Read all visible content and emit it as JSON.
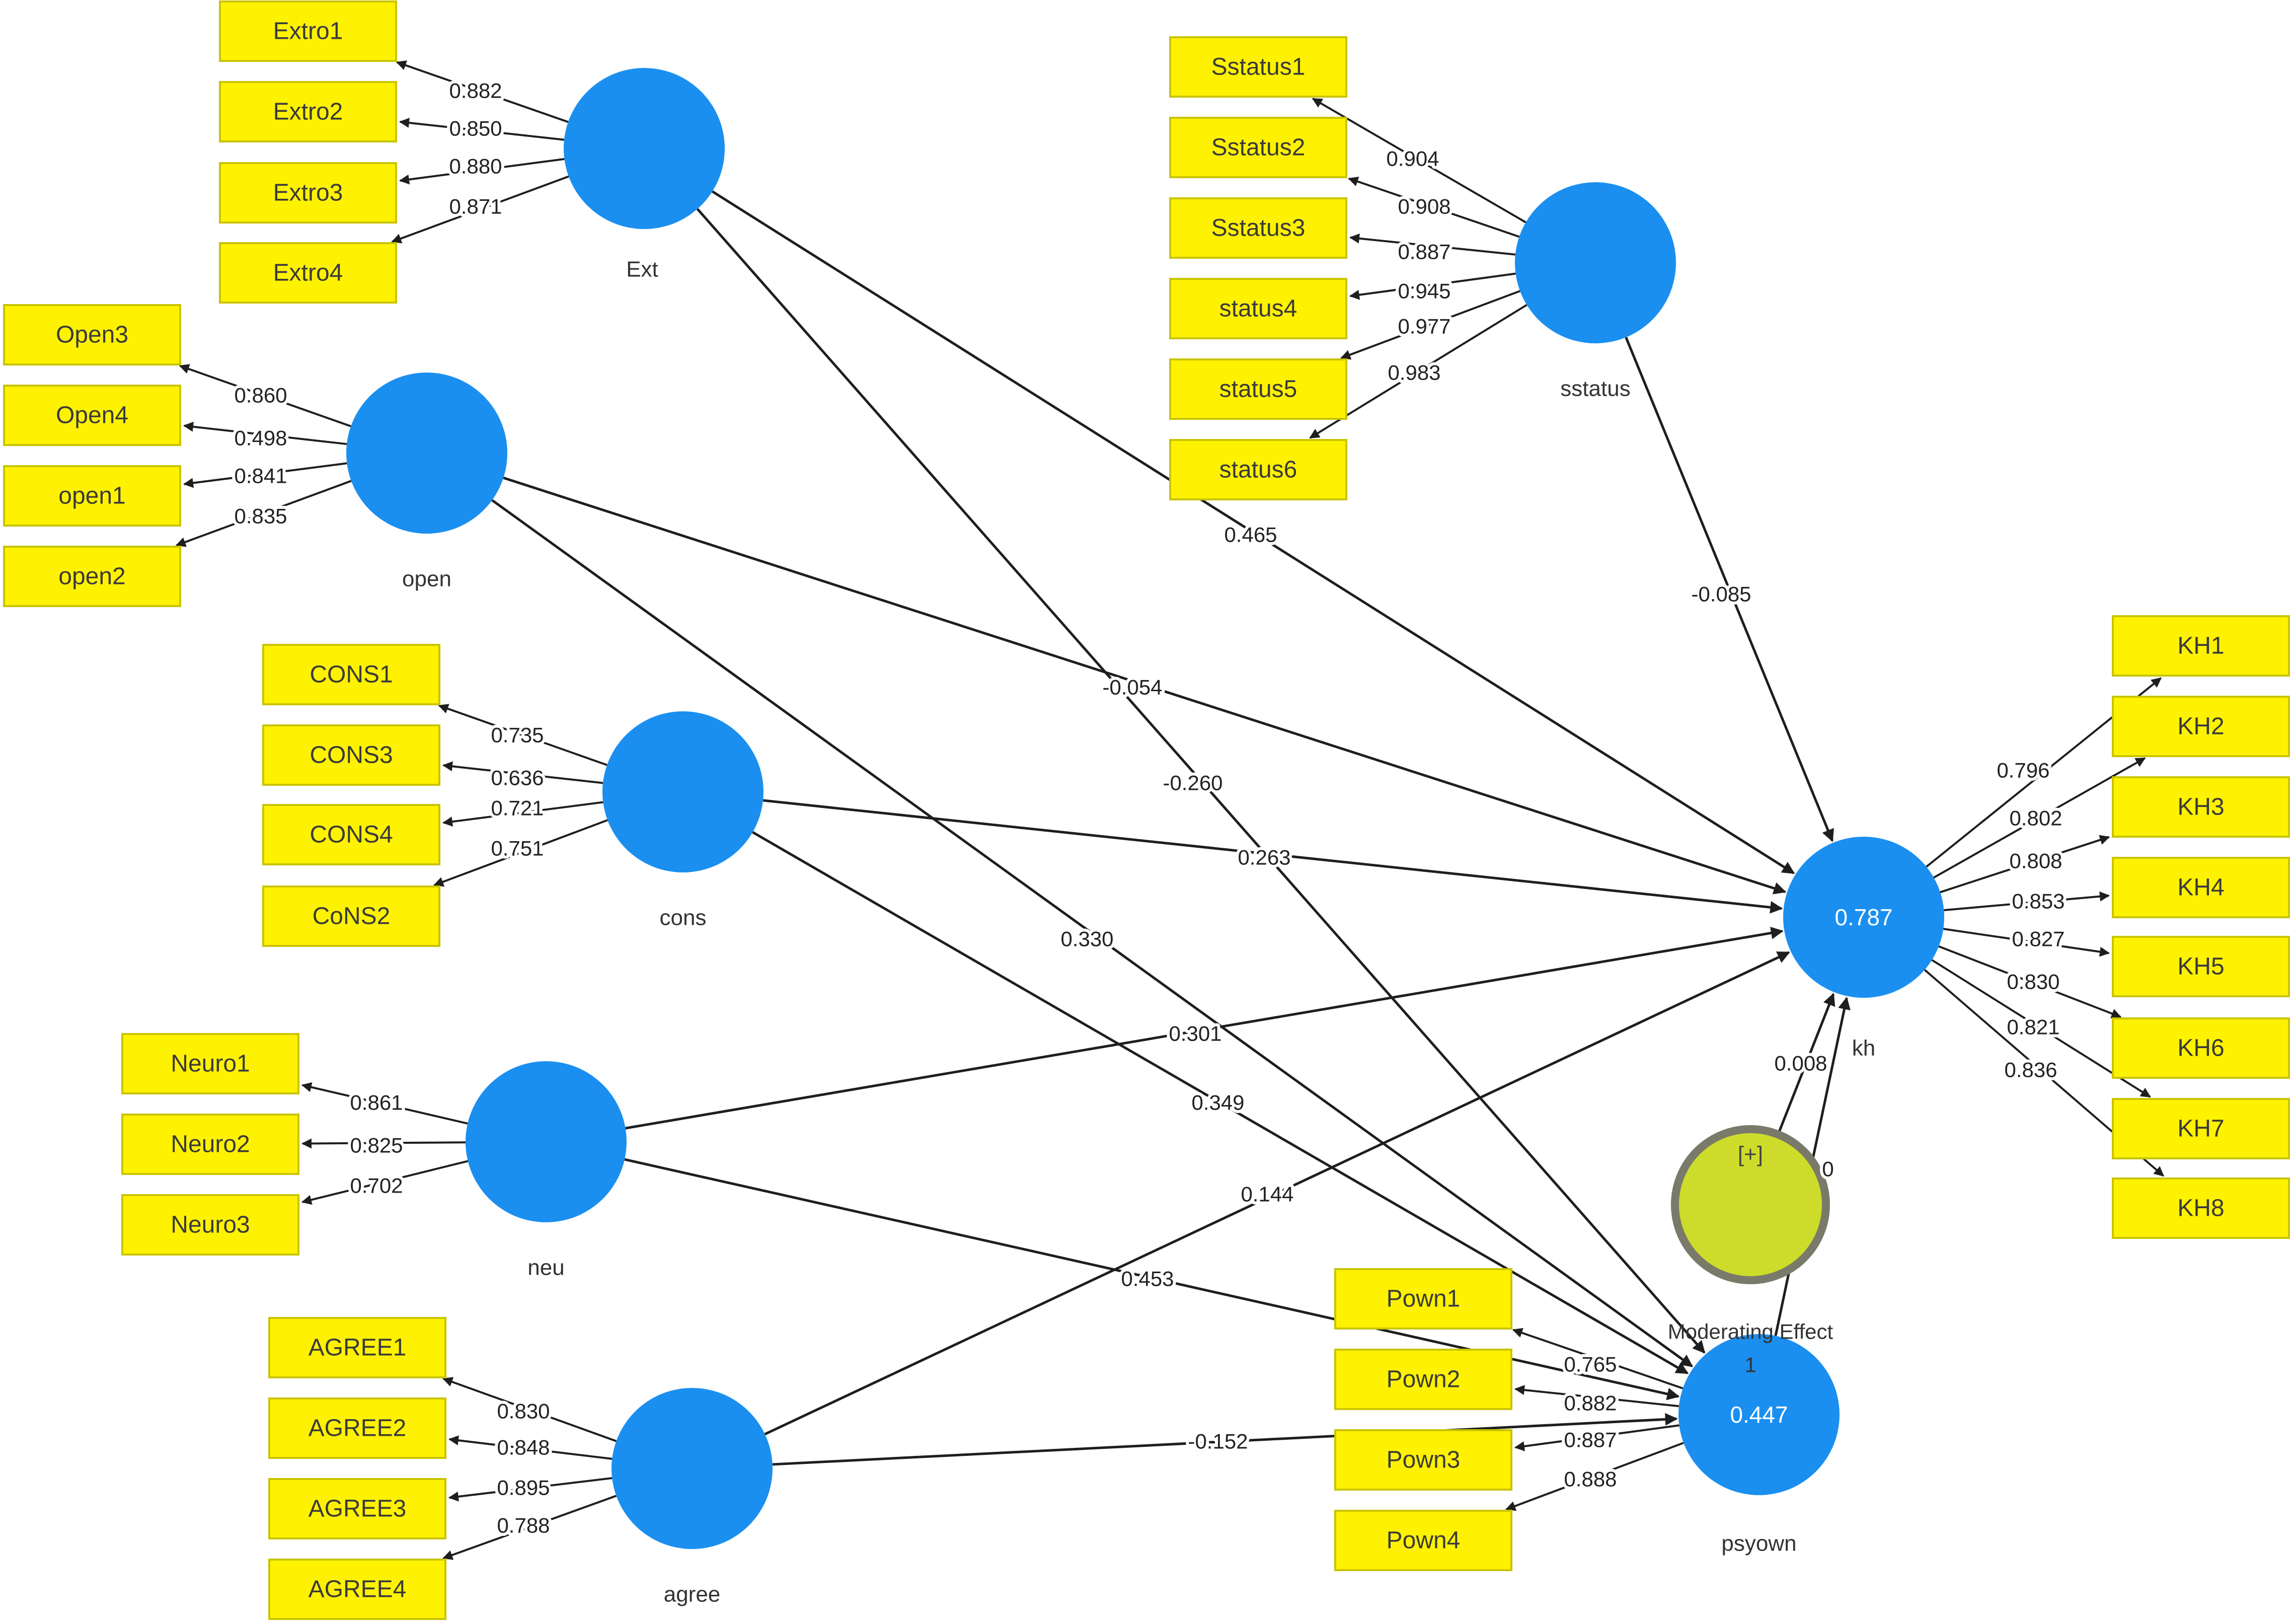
{
  "constructs": [
    {
      "id": "ext",
      "label": "Ext",
      "value": ""
    },
    {
      "id": "open",
      "label": "open",
      "value": ""
    },
    {
      "id": "cons",
      "label": "cons",
      "value": ""
    },
    {
      "id": "neu",
      "label": "neu",
      "value": ""
    },
    {
      "id": "agree",
      "label": "agree",
      "value": ""
    },
    {
      "id": "sstatus",
      "label": "sstatus",
      "value": ""
    },
    {
      "id": "kh",
      "label": "kh",
      "value": "0.787"
    },
    {
      "id": "psyown",
      "label": "psyown",
      "value": "0.447"
    }
  ],
  "moderator": {
    "id": "mod",
    "symbol": "[+]",
    "label_line1": "Moderating Effect",
    "label_line2": "1"
  },
  "indicators": {
    "ext": [
      {
        "label": "Extro1",
        "loading": "0.882"
      },
      {
        "label": "Extro2",
        "loading": "0.850"
      },
      {
        "label": "Extro3",
        "loading": "0.880"
      },
      {
        "label": "Extro4",
        "loading": "0.871"
      }
    ],
    "open": [
      {
        "label": "Open3",
        "loading": "0.860"
      },
      {
        "label": "Open4",
        "loading": "0.498"
      },
      {
        "label": "open1",
        "loading": "0.841"
      },
      {
        "label": "open2",
        "loading": "0.835"
      }
    ],
    "cons": [
      {
        "label": "CONS1",
        "loading": "0.735"
      },
      {
        "label": "CONS3",
        "loading": "0.636"
      },
      {
        "label": "CONS4",
        "loading": "0.721"
      },
      {
        "label": "CoNS2",
        "loading": "0.751"
      }
    ],
    "neu": [
      {
        "label": "Neuro1",
        "loading": "0.861"
      },
      {
        "label": "Neuro2",
        "loading": "0.825"
      },
      {
        "label": "Neuro3",
        "loading": "0.702"
      }
    ],
    "agree": [
      {
        "label": "AGREE1",
        "loading": "0.830"
      },
      {
        "label": "AGREE2",
        "loading": "0.848"
      },
      {
        "label": "AGREE3",
        "loading": "0.895"
      },
      {
        "label": "AGREE4",
        "loading": "0.788"
      }
    ],
    "sstatus": [
      {
        "label": "Sstatus1",
        "loading": "0.904"
      },
      {
        "label": "Sstatus2",
        "loading": "0.908"
      },
      {
        "label": "Sstatus3",
        "loading": "0.887"
      },
      {
        "label": "status4",
        "loading": "0.945"
      },
      {
        "label": "status5",
        "loading": "0.977"
      },
      {
        "label": "status6",
        "loading": "0.983"
      }
    ],
    "kh": [
      {
        "label": "KH1",
        "loading": "0.796"
      },
      {
        "label": "KH2",
        "loading": "0.802"
      },
      {
        "label": "KH3",
        "loading": "0.808"
      },
      {
        "label": "KH4",
        "loading": "0.853"
      },
      {
        "label": "KH5",
        "loading": "0.827"
      },
      {
        "label": "KH6",
        "loading": "0.830"
      },
      {
        "label": "KH7",
        "loading": "0.821"
      },
      {
        "label": "KH8",
        "loading": "0.836"
      }
    ],
    "psyown": [
      {
        "label": "Pown1",
        "loading": "0.765"
      },
      {
        "label": "Pown2",
        "loading": "0.882"
      },
      {
        "label": "Pown3",
        "loading": "0.887"
      },
      {
        "label": "Pown4",
        "loading": "0.888"
      }
    ]
  },
  "paths": [
    {
      "from": "ext",
      "to": "kh",
      "weight": "0.465"
    },
    {
      "from": "ext",
      "to": "psyown",
      "weight": "-0.260"
    },
    {
      "from": "open",
      "to": "kh",
      "weight": "-0.054"
    },
    {
      "from": "open",
      "to": "psyown",
      "weight": "0.330"
    },
    {
      "from": "cons",
      "to": "kh",
      "weight": "0.263"
    },
    {
      "from": "cons",
      "to": "psyown",
      "weight": "0.349"
    },
    {
      "from": "neu",
      "to": "kh",
      "weight": "0.301"
    },
    {
      "from": "neu",
      "to": "psyown",
      "weight": "0.453"
    },
    {
      "from": "agree",
      "to": "kh",
      "weight": "0.144"
    },
    {
      "from": "agree",
      "to": "psyown",
      "weight": "-0.152"
    },
    {
      "from": "sstatus",
      "to": "kh",
      "weight": "-0.085"
    },
    {
      "from": "psyown",
      "to": "kh",
      "weight": "0.008"
    },
    {
      "from": "mod",
      "to": "kh",
      "weight": "0"
    }
  ],
  "colors": {
    "construct": "#1a8ff0",
    "indicator_fill": "#fff200",
    "moderator_fill": "#cddc2a",
    "moderator_ring": "#7a7a6a",
    "edge": "#1e1e1e"
  }
}
